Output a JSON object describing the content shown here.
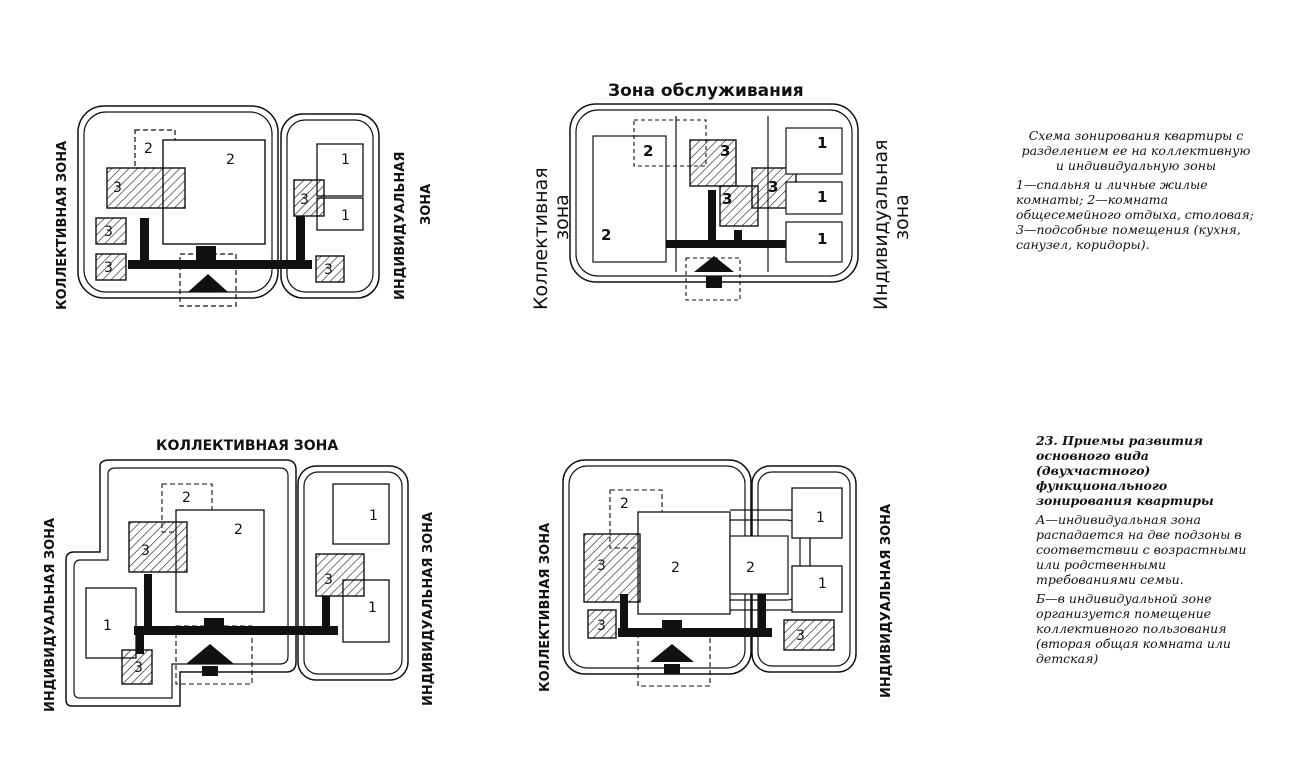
{
  "diagram_labels": {
    "collective_zone_upper": "КОЛЛЕКТИВНАЯ ЗОНА",
    "individual_zone_upper": "ИНДИВИДУАЛЬНАЯ ЗОНА",
    "individual_zone_upper_split": [
      "ИНДИВИДУАЛЬНАЯ",
      "ЗОНА"
    ],
    "service_zone": "Зона обслуживания",
    "collective_zone_mixed": [
      "Коллективная",
      "зона"
    ],
    "individual_zone_mixed": [
      "Индивидуальная",
      "зона"
    ]
  },
  "room_numbers": {
    "one": "1",
    "two": "2",
    "three": "3"
  },
  "caption_top": {
    "title": "Схема зонирования квартиры с разделением ее на коллективную и индивидуальную зоны",
    "legend": "1—спальня и личные жилые комнаты; 2—комната общесемейного отдыха, столовая; 3—подсобные помещения (кухня, санузел, коридоры)."
  },
  "caption_bottom": {
    "title": "23. Приемы развития основного вида (двухчастного) функционального зонирования квартиры",
    "text_a": "А—индивидуальная зона распадается на две подзоны в соответствии с возрастными или родственными требованиями семьи.",
    "text_b": "Б—в индивидуальной зоне организуется помещение коллективного пользования (вторая общая комната или детская)"
  },
  "colors": {
    "ink": "#111111",
    "paper": "#ffffff"
  }
}
